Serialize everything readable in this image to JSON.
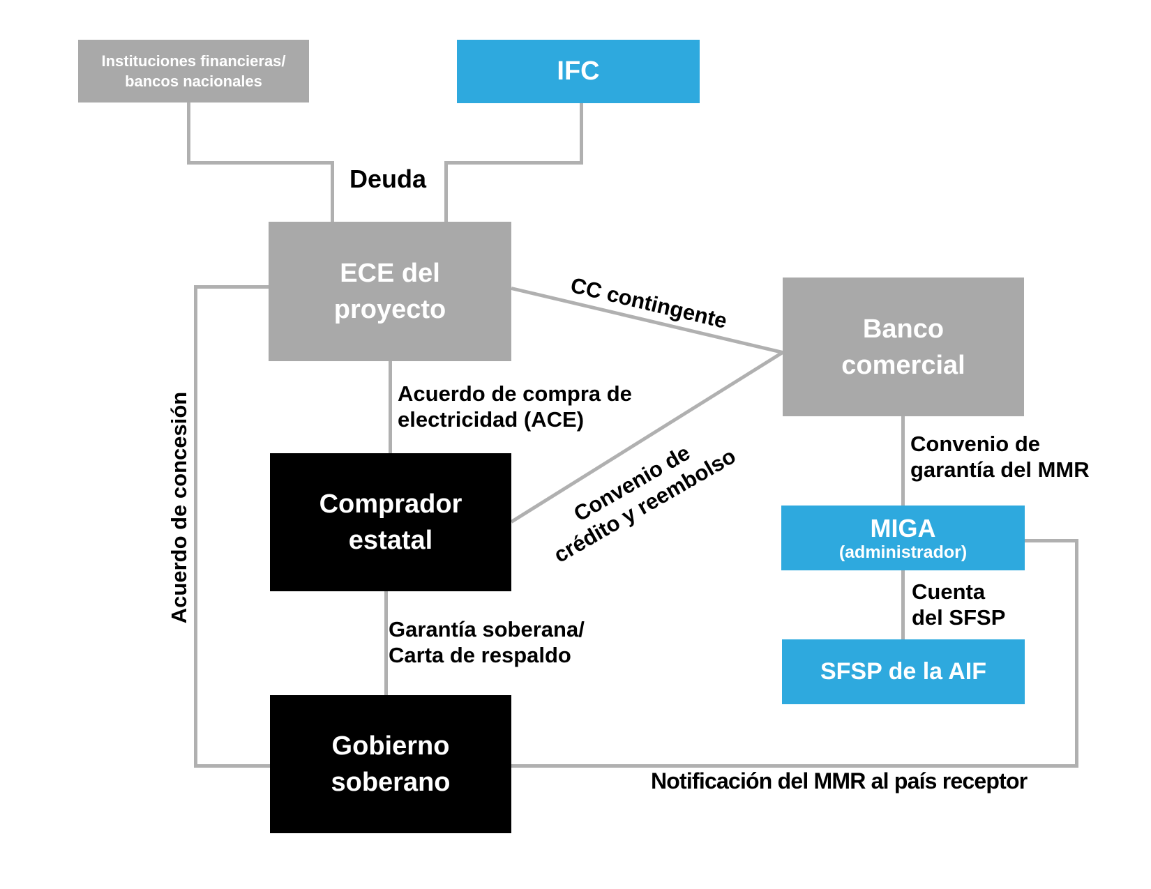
{
  "diagram": {
    "nodes": {
      "instituciones": {
        "line1": "Instituciones financieras/",
        "line2": "bancos nacionales"
      },
      "ifc": {
        "line1": "IFC"
      },
      "ece": {
        "line1": "ECE del",
        "line2": "proyecto"
      },
      "banco": {
        "line1": "Banco",
        "line2": "comercial"
      },
      "comprador": {
        "line1": "Comprador",
        "line2": "estatal"
      },
      "miga": {
        "line1": "MIGA",
        "line2": "(administrador)"
      },
      "sfsp": {
        "line1": "SFSP de la AIF"
      },
      "gobierno": {
        "line1": "Gobierno",
        "line2": "soberano"
      }
    },
    "edge_labels": {
      "deuda": "Deuda",
      "cc_contingente": "CC contingente",
      "ace": {
        "line1": "Acuerdo de compra de",
        "line2": "electricidad (ACE)"
      },
      "convenio_credito": {
        "line1": "Convenio de",
        "line2": "crédito y reembolso"
      },
      "convenio_garantia": {
        "line1": "Convenio de",
        "line2": "garantía del MMR"
      },
      "cuenta_sfsp": {
        "line1": "Cuenta",
        "line2": "del SFSP"
      },
      "garantia_soberana": {
        "line1": "Garantía soberana/",
        "line2": "Carta de respaldo"
      },
      "acuerdo_concesion": "Acuerdo de concesión",
      "notificacion": "Notificación del MMR al país receptor"
    },
    "colors": {
      "blue": "#2EA9DE",
      "gray": "#A9A9A9",
      "black": "#000000",
      "connector": "#B0B0B0",
      "text_on_box": "#FFFFFF",
      "label_text": "#000000"
    }
  }
}
